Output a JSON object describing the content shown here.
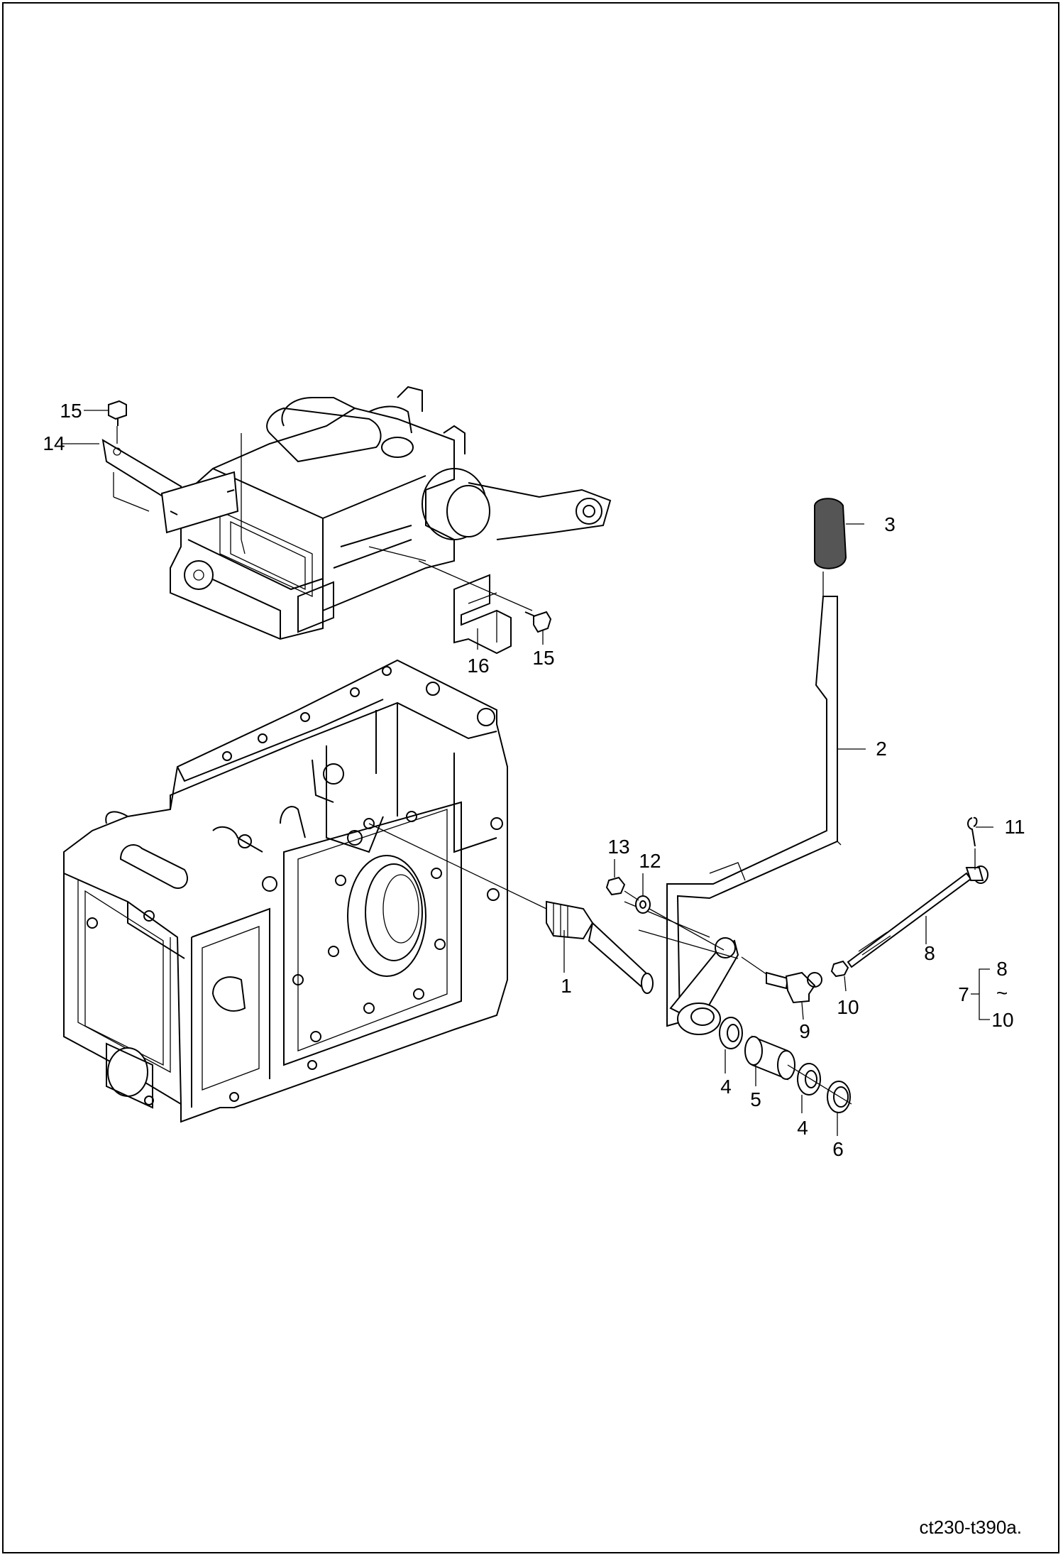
{
  "labels": {
    "p1": "1",
    "p2": "2",
    "p3": "3",
    "p4a": "4",
    "p4b": "4",
    "p5": "5",
    "p6": "6",
    "p7": "7",
    "p8": "8",
    "p8b": "8",
    "p9": "9",
    "p10a": "10",
    "p10b": "10",
    "p11": "11",
    "p12": "12",
    "p13": "13",
    "p14": "14",
    "p15a": "15",
    "p15b": "15",
    "p16": "16",
    "tilde": "~"
  },
  "drawing_code": "ct230-t390a."
}
